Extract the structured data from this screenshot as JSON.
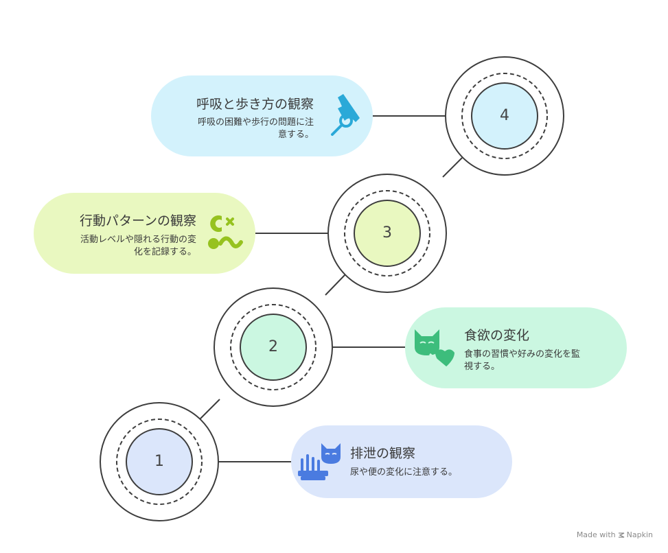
{
  "steps": [
    {
      "number": "1",
      "title": "排泄の観察",
      "desc_line1": "尿や便の変化に注意する。",
      "desc_line2": "",
      "icon": "cat-litter-box-icon",
      "card_color": "#dbe6fb",
      "circle_color": "#dbe6fb",
      "icon_color": "#4a7be0"
    },
    {
      "number": "2",
      "title": "食欲の変化",
      "desc_line1": "食事の習慣や好みの変化を監",
      "desc_line2": "視する。",
      "icon": "cat-broken-heart-icon",
      "card_color": "#cbf7e1",
      "circle_color": "#cbf7e1",
      "icon_color": "#3dbd7c"
    },
    {
      "number": "3",
      "title": "行動パターンの観察",
      "desc_line1": "活動レベルや隠れる行動の変",
      "desc_line2": "化を記録する。",
      "icon": "pattern-shapes-icon",
      "card_color": "#e9f8c0",
      "circle_color": "#e9f8c0",
      "icon_color": "#96c21f"
    },
    {
      "number": "4",
      "title": "呼吸と歩き方の観察",
      "desc_line1": "呼吸の困難や歩行の問題に注",
      "desc_line2": "意する。",
      "icon": "stethoscope-icon",
      "card_color": "#d3f2fc",
      "circle_color": "#d3f2fc",
      "icon_color": "#2aa9d8"
    }
  ],
  "footer": {
    "made_with": "Made with",
    "brand": "Napkin"
  }
}
